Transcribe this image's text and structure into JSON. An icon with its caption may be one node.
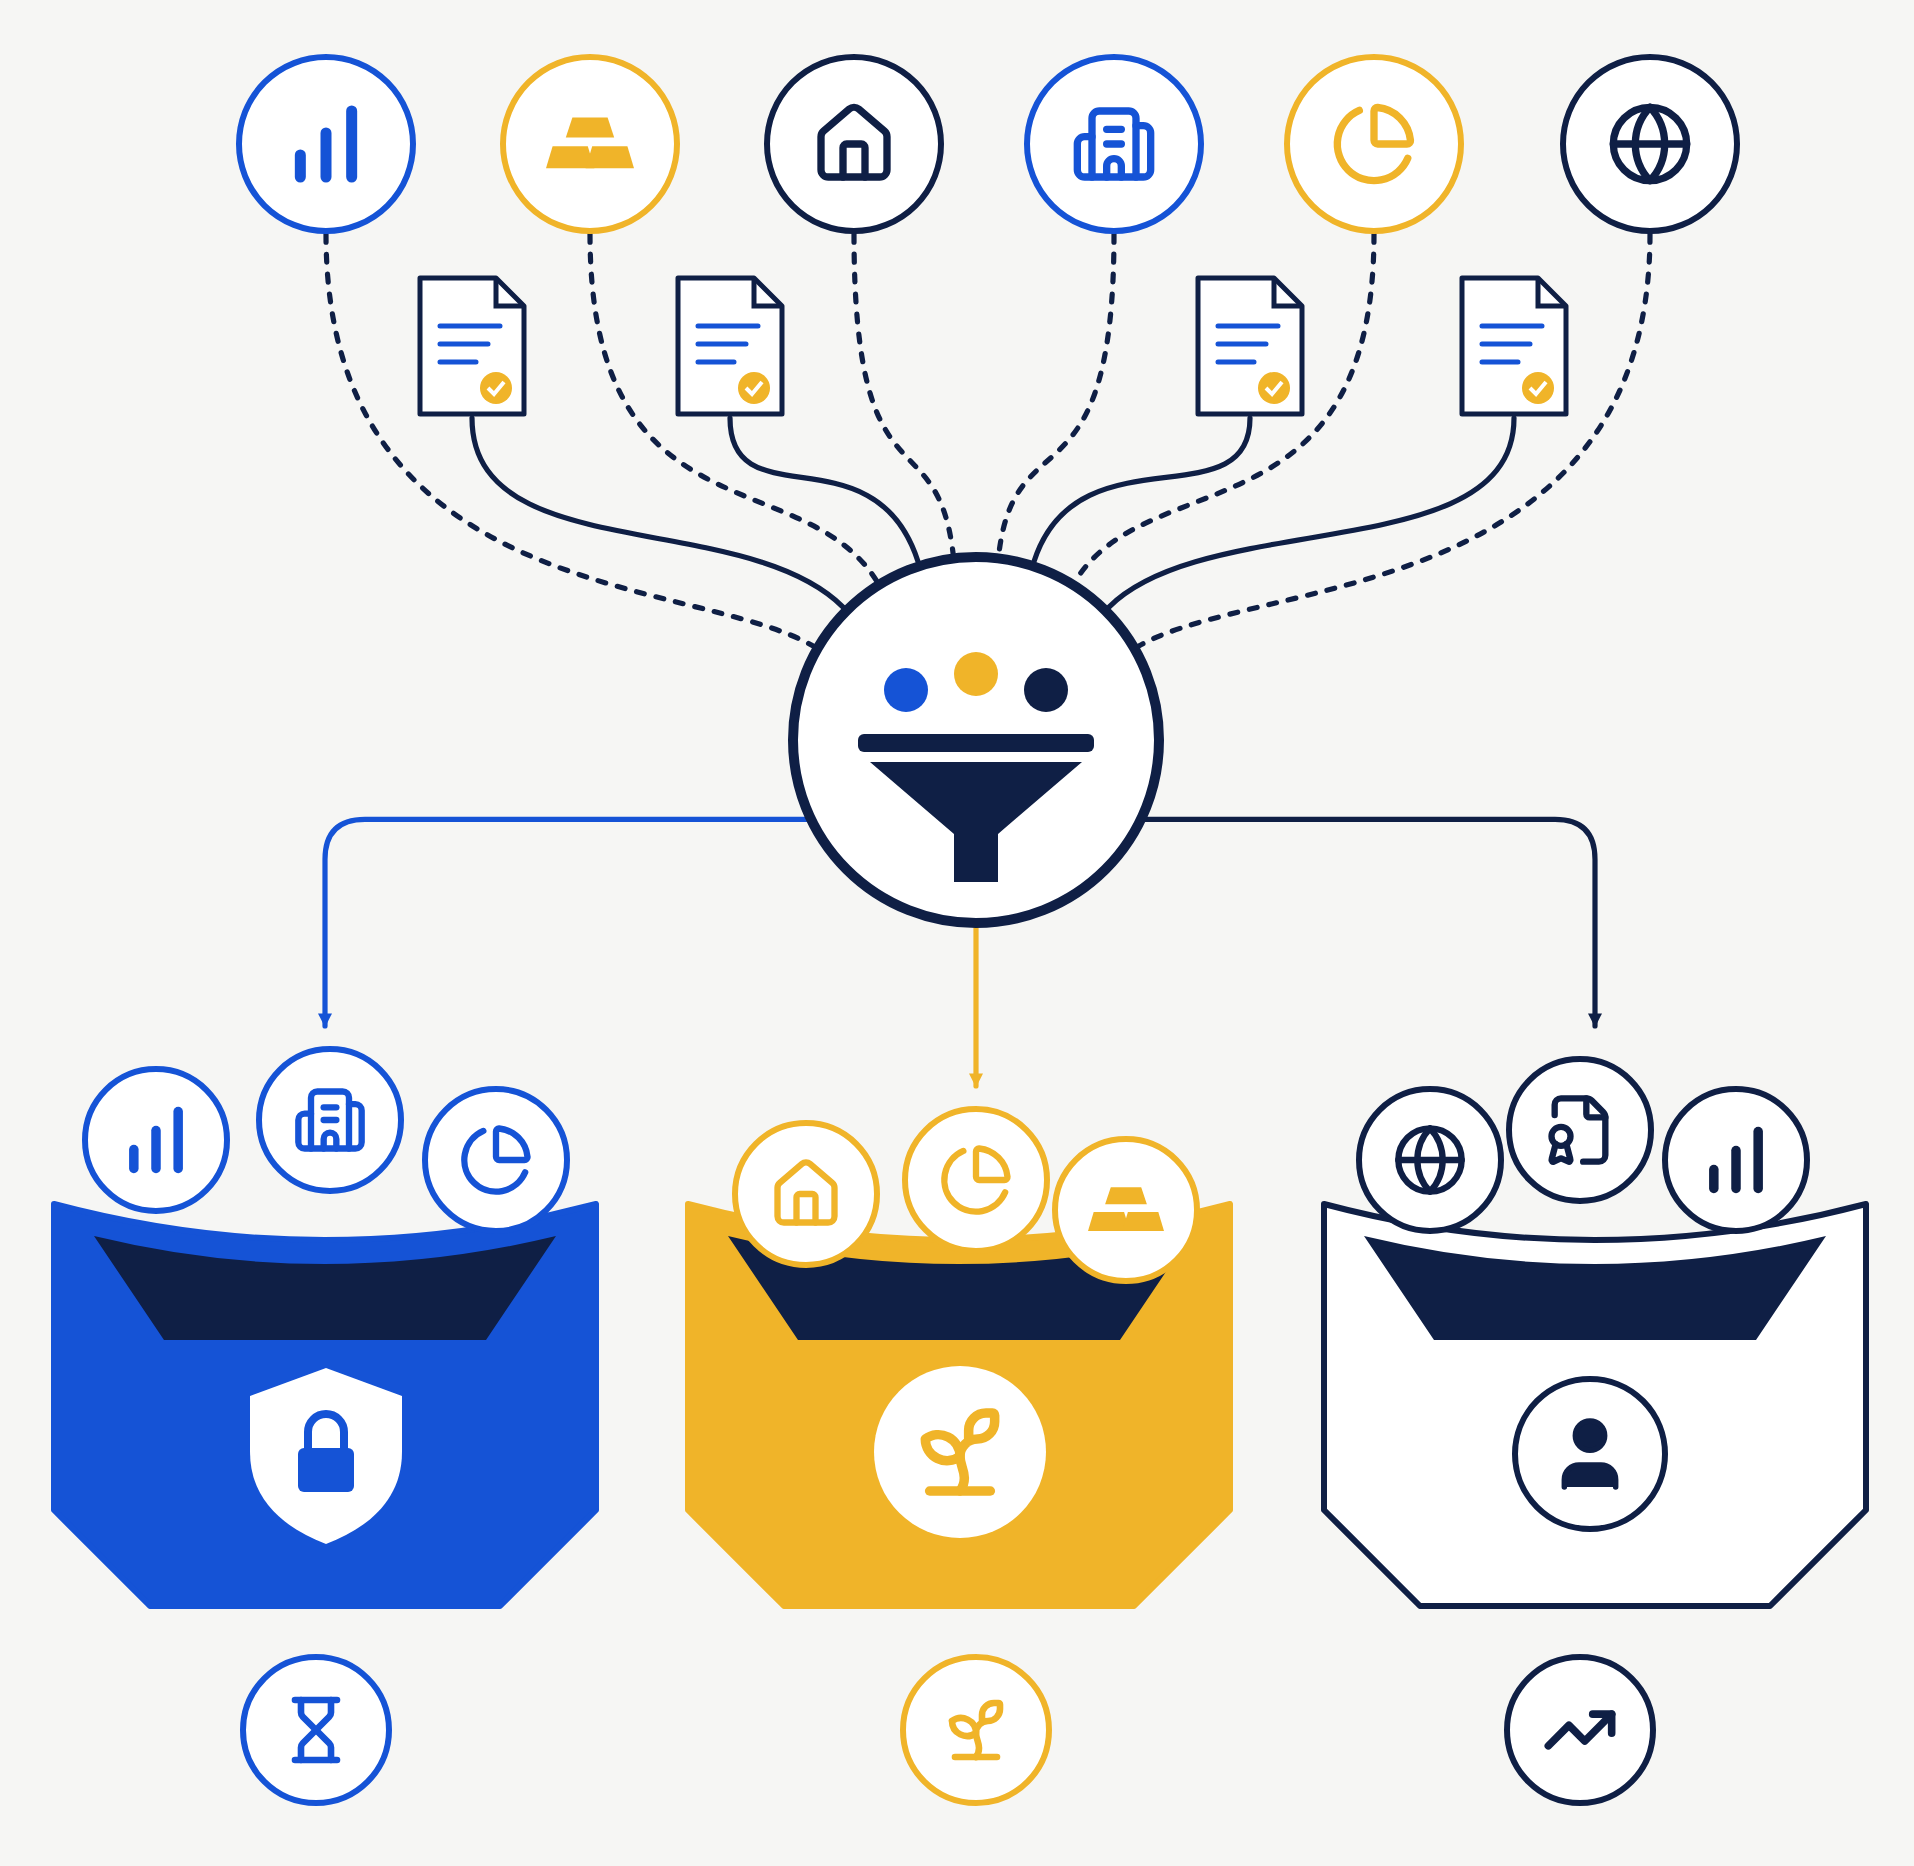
{
  "diagram": {
    "nodes": [
      {
        "text": [],
        "shape": "circle"
      },
      {
        "text": [],
        "shape": "circle"
      },
      {
        "text": [],
        "shape": "circle"
      },
      {
        "text": [],
        "shape": "circle"
      },
      {
        "text": [],
        "shape": "circle"
      },
      {
        "text": [],
        "shape": "circle"
      },
      {
        "text": [],
        "shape": "document"
      },
      {
        "text": [],
        "shape": "document"
      },
      {
        "text": [],
        "shape": "document"
      },
      {
        "text": [],
        "shape": "document"
      },
      {
        "text": [],
        "shape": "circle"
      },
      {
        "text": [],
        "shape": "bucket"
      },
      {
        "text": [],
        "shape": "bucket"
      },
      {
        "text": [],
        "shape": "bucket"
      }
    ],
    "edges": [
      {
        "from": 0,
        "to": 10,
        "arrow": "none",
        "style": "dashed"
      },
      {
        "from": 6,
        "to": 10,
        "arrow": "none"
      },
      {
        "from": 1,
        "to": 10,
        "arrow": "none",
        "style": "dashed"
      },
      {
        "from": 7,
        "to": 10,
        "arrow": "none"
      },
      {
        "from": 2,
        "to": 10,
        "arrow": "none",
        "style": "dashed"
      },
      {
        "from": 3,
        "to": 10,
        "arrow": "none",
        "style": "dashed"
      },
      {
        "from": 8,
        "to": 10,
        "arrow": "none"
      },
      {
        "from": 4,
        "to": 10,
        "arrow": "none",
        "style": "dashed"
      },
      {
        "from": 9,
        "to": 10,
        "arrow": "none"
      },
      {
        "from": 5,
        "to": 10,
        "arrow": "none",
        "style": "dashed"
      },
      {
        "from": 10,
        "to": 11,
        "arrow": "to",
        "color": "#1553d6"
      },
      {
        "from": 10,
        "to": 12,
        "arrow": "to",
        "color": "#f0b429"
      },
      {
        "from": 10,
        "to": 13,
        "arrow": "to"
      }
    ]
  }
}
